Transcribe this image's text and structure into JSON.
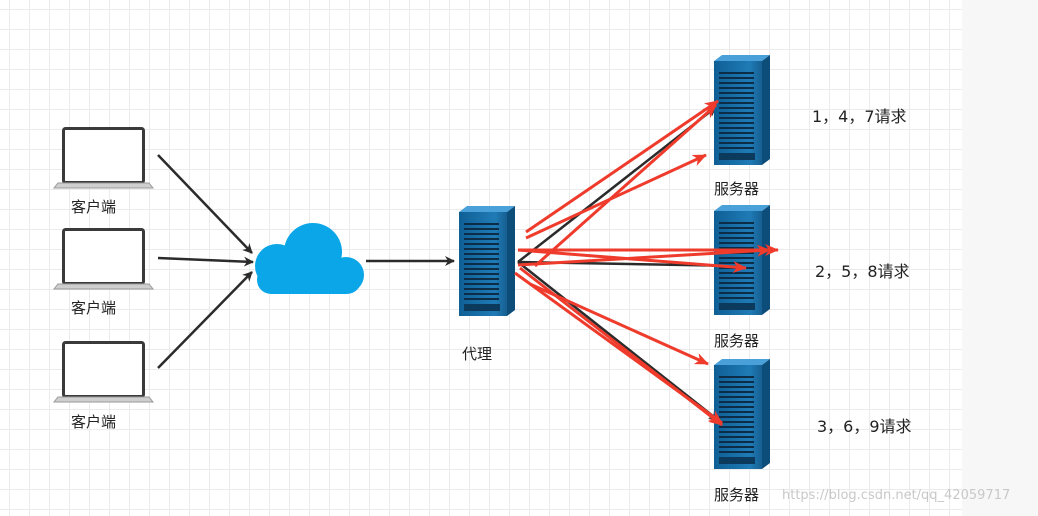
{
  "nodes": {
    "clients": [
      {
        "label": "客户端"
      },
      {
        "label": "客户端"
      },
      {
        "label": "客户端"
      }
    ],
    "proxy": {
      "label": "代理"
    },
    "servers": [
      {
        "label": "服务器",
        "requests": "1，4，7请求"
      },
      {
        "label": "服务器",
        "requests": "2，5，8请求"
      },
      {
        "label": "服务器",
        "requests": "3，6，9请求"
      }
    ]
  },
  "icons": {
    "client": "laptop-icon",
    "network": "cloud-icon",
    "server": "server-rack-icon"
  },
  "colors": {
    "server_blue": "#1d6fa6",
    "cloud_blue": "#0aa6e8",
    "arrow_black": "#2b2b2b",
    "arrow_red": "#ee3b2c"
  },
  "watermark": "https://blog.csdn.net/qq_42059717"
}
